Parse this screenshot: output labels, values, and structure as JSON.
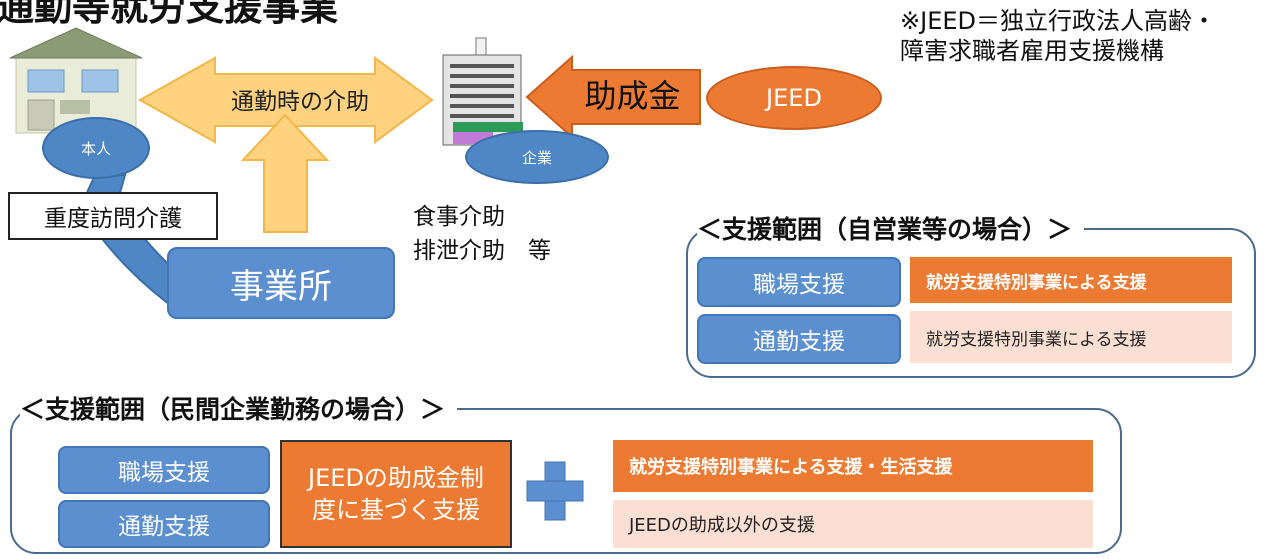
{
  "title": "通勤等就労支援事業",
  "note": "※JEED＝独立行政法人高齢・障害求職者雇用支援機構",
  "diagram": {
    "person_label": "本人",
    "commute_label": "通勤時の介助",
    "company_label": "企業",
    "subsidy_label": "助成金",
    "jeed_label": "JEED",
    "visit_care_label": "重度訪問介護",
    "office_label": "事業所",
    "care_line1": "食事介助",
    "care_line2": "排泄介助　等"
  },
  "self_employed": {
    "heading": "＜支援範囲（自営業等の場合）＞",
    "rows": [
      {
        "label": "職場支援",
        "content": "就労支援特別事業による支援"
      },
      {
        "label": "通勤支援",
        "content": "就労支援特別事業による支援"
      }
    ]
  },
  "private_company": {
    "heading": "＜支援範囲（民間企業勤務の場合）＞",
    "label1": "職場支援",
    "label2": "通勤支援",
    "jeed_box": "JEEDの助成金制度に基づく支援",
    "plus_symbol": "＋",
    "right_top": "就労支援特別事業による支援・生活支援",
    "right_bottom": "JEEDの助成以外の支援"
  },
  "colors": {
    "blue": "#5b8fd0",
    "orange": "#ec7a32",
    "light_orange": "#fbdfd3",
    "arrow_yellow": "#ffd27f",
    "frame": "#4a6b8f"
  }
}
